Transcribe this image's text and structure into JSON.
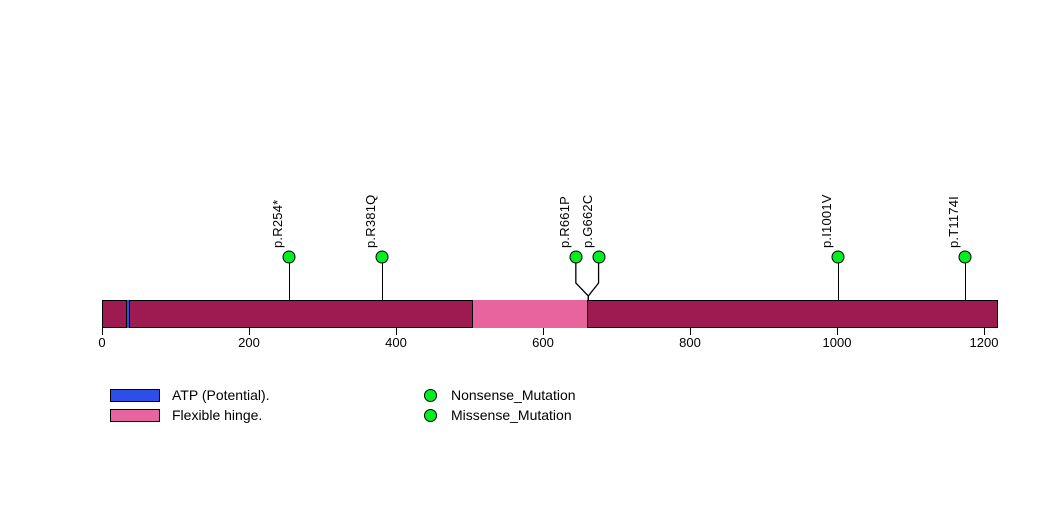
{
  "chart_data": {
    "type": "lollipop",
    "title": "",
    "xlabel": "",
    "ylabel": "",
    "xlim": [
      0,
      1219
    ],
    "axis": {
      "tick_values": [
        0,
        200,
        400,
        600,
        800,
        1000,
        1200
      ],
      "tick_labels": [
        "0",
        "200",
        "400",
        "600",
        "800",
        "1000",
        "1200"
      ],
      "grid": false
    },
    "protein": {
      "length": 1219,
      "backbone_color": "#9E1B52",
      "outline_color": "#000000"
    },
    "domains": [
      {
        "name": "ATP (Potential).",
        "start": 33,
        "end": 38,
        "color": "#2B4FE8"
      },
      {
        "name": "Flexible hinge.",
        "start": 504,
        "end": 661,
        "color": "#E8649F"
      }
    ],
    "mutations": [
      {
        "label": "p.R254*",
        "position": 254,
        "type": "Nonsense_Mutation",
        "color": "#00EE22",
        "paired": false
      },
      {
        "label": "p.R381Q",
        "position": 381,
        "type": "Missense_Mutation",
        "color": "#00EE22",
        "paired": false
      },
      {
        "label": "p.R661P",
        "position": 661,
        "type": "Missense_Mutation",
        "color": "#00EE22",
        "paired": true,
        "head_offset": -12
      },
      {
        "label": "p.G662C",
        "position": 662,
        "type": "Missense_Mutation",
        "color": "#00EE22",
        "paired": true,
        "head_offset": 10
      },
      {
        "label": "p.I1001V",
        "position": 1001,
        "type": "Missense_Mutation",
        "color": "#00EE22",
        "paired": false
      },
      {
        "label": "p.T1174I",
        "position": 1174,
        "type": "Missense_Mutation",
        "color": "#00EE22",
        "paired": false
      }
    ],
    "legend": {
      "position": "bottom-left",
      "domain_entries": [
        {
          "label": "ATP (Potential).",
          "color": "#2B4FE8"
        },
        {
          "label": "Flexible hinge.",
          "color": "#E8649F"
        }
      ],
      "mutation_entries": [
        {
          "label": "Nonsense_Mutation",
          "color": "#00EE22"
        },
        {
          "label": "Missense_Mutation",
          "color": "#00EE22"
        }
      ]
    }
  }
}
